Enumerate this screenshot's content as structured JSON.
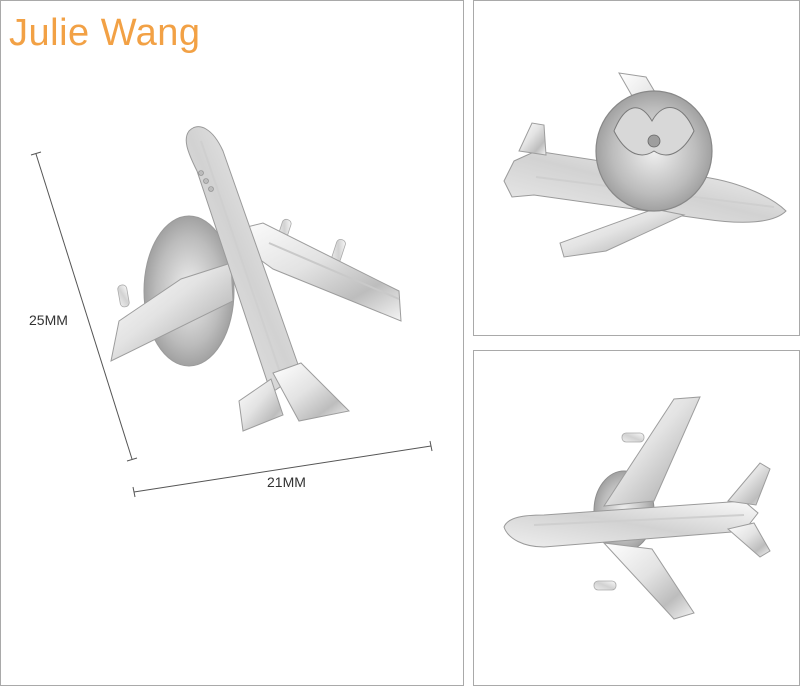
{
  "brand": {
    "text": "Julie Wang",
    "color": "#f2a145"
  },
  "dimensions": {
    "height_label": "25MM",
    "width_label": "21MM"
  },
  "product": {
    "item": "airplane lapel pin",
    "color": "silver",
    "views": [
      "front view with scale",
      "back view with butterfly clutch",
      "angled top view"
    ]
  }
}
